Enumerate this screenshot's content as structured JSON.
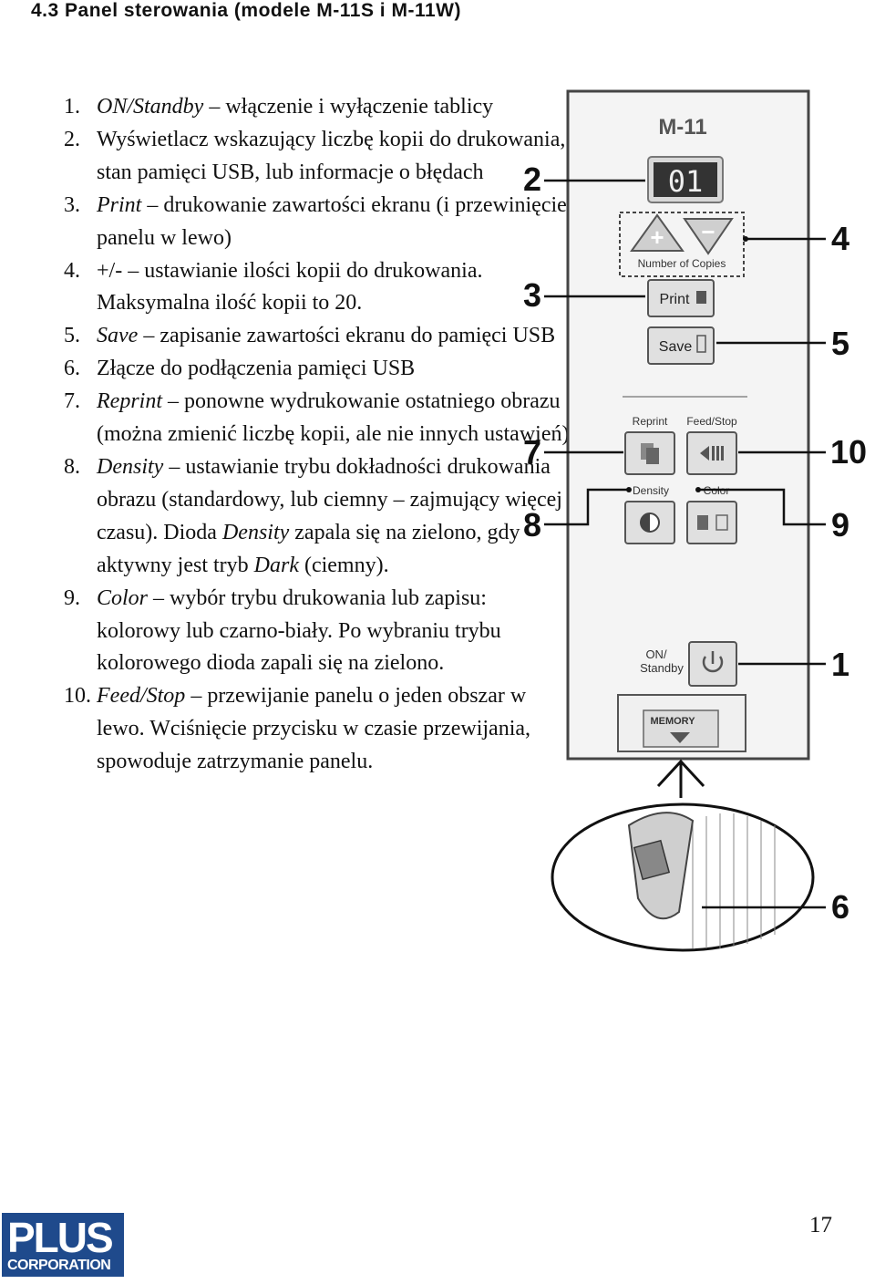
{
  "heading": "4.3 Panel sterowania (modele M-11S i M-11W)",
  "items": [
    {
      "num": "1.",
      "lead": "ON/Standby",
      "rest": " – włączenie i wyłączenie tablicy"
    },
    {
      "num": "2.",
      "lead": "",
      "rest": "Wyświetlacz wskazujący liczbę kopii do drukowania, stan pamięci USB, lub informacje o błędach"
    },
    {
      "num": "3.",
      "lead": "Print",
      "rest": " – drukowanie zawartości ekranu (i przewinięcie panelu w lewo)"
    },
    {
      "num": "4.",
      "lead": "+/-",
      "rest": " – ustawianie ilości kopii do drukowania. Maksymalna ilość kopii to 20."
    },
    {
      "num": "5.",
      "lead": "Save",
      "rest": " – zapisanie zawartości ekranu do pamięci USB"
    },
    {
      "num": "6.",
      "lead": "",
      "rest": "Złącze do podłączenia pamięci USB"
    },
    {
      "num": "7.",
      "lead": "Reprint",
      "rest": " – ponowne wydrukowanie ostatniego obrazu (można zmienić liczbę kopii, ale nie innych ustawień)"
    },
    {
      "num": "8.",
      "lead": "Density",
      "rest": " – ustawianie trybu dokładności drukowania obrazu (standardowy, lub ciemny – zajmujący więcej czasu). Dioda ",
      "lead2": "Density",
      "rest2": " zapala się na zielono, gdy aktywny jest tryb ",
      "lead3": "Dark",
      "rest3": " (ciemny)."
    },
    {
      "num": "9.",
      "lead": "Color",
      "rest": " – wybór trybu drukowania lub zapisu: kolorowy lub czarno-biały. Po wybraniu trybu kolorowego dioda zapali się na zielono."
    },
    {
      "num": "10.",
      "lead": "Feed/Stop",
      "rest": " – przewijanie panelu o jeden obszar w lewo. Wciśnięcie przycisku w czasie przewijania, spowoduje zatrzymanie panelu."
    }
  ],
  "panel": {
    "model": "M-11",
    "display": "01",
    "plus": "+",
    "minus": "−",
    "copies_label": "Number of Copies",
    "print_label": "Print",
    "save_label": "Save",
    "reprint_label": "Reprint",
    "feed_label": "Feed/Stop",
    "density_label": "Density",
    "color_label": "Color",
    "on_label_1": "ON/",
    "on_label_2": "Standby",
    "memory_label": "MEMORY",
    "callouts": {
      "c1": "1",
      "c2": "2",
      "c3": "3",
      "c4": "4",
      "c5": "5",
      "c6": "6",
      "c7": "7",
      "c8": "8",
      "c9": "9",
      "c10": "10"
    }
  },
  "page_number": "17",
  "logo": {
    "line1": "PLUS",
    "line2": "CORPORATION"
  }
}
